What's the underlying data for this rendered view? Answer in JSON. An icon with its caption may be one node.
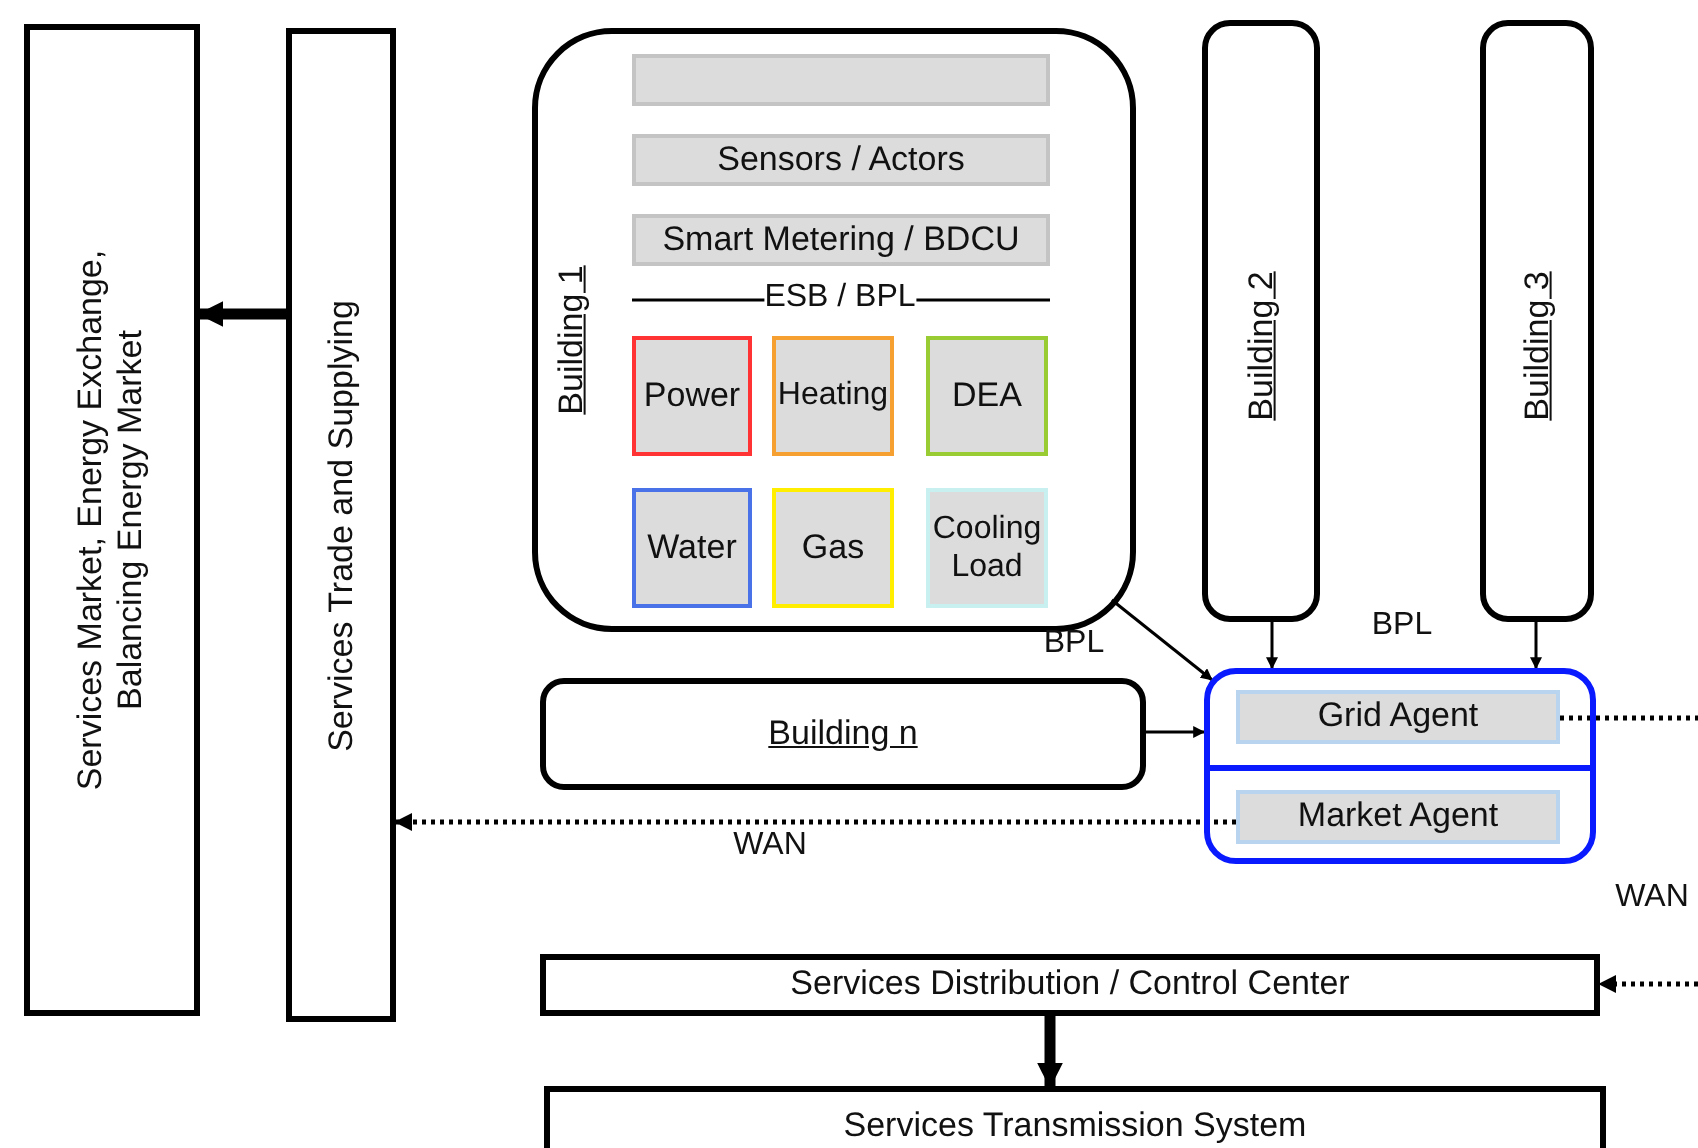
{
  "diagram": {
    "nodes": [
      {
        "text": [
          "Services Market, Energy Exchange, Balancing Energy Market"
        ]
      },
      {
        "text": [
          "Services Trade and Supplying"
        ]
      },
      {
        "text": [
          "Building 1"
        ]
      },
      {
        "text": [],
        "shape": "box",
        "in": 2
      },
      {
        "text": [
          "Sensors / Actors"
        ],
        "in": 2
      },
      {
        "text": [
          "Smart Metering / BDCU"
        ],
        "in": 2
      },
      {
        "text": [
          "Power"
        ],
        "in": 2
      },
      {
        "text": [
          "Heating"
        ],
        "in": 2
      },
      {
        "text": [
          "DEA"
        ],
        "in": 2
      },
      {
        "text": [
          "Water"
        ],
        "in": 2
      },
      {
        "text": [
          "Gas"
        ],
        "in": 2
      },
      {
        "text": [
          "Cooling Load"
        ],
        "in": 2
      },
      {
        "text": [
          "Building 2"
        ]
      },
      {
        "text": [
          "Building 3"
        ]
      },
      {
        "text": [
          "Building n"
        ]
      },
      {
        "text": [],
        "shape": "box"
      },
      {
        "text": [
          "Grid Agent"
        ],
        "in": 15
      },
      {
        "text": [
          "Market Agent"
        ],
        "in": 15
      },
      {
        "text": [
          "Services Distribution / Control Center"
        ]
      },
      {
        "text": [
          "Services Transmission System"
        ]
      }
    ],
    "edges": [
      {
        "from": 1,
        "to": 0,
        "arrow": "to",
        "style": "thick"
      },
      {
        "from": 17,
        "to": 1,
        "arrow": "to",
        "style": "dashed"
      },
      {
        "from": 2,
        "to": 15,
        "arrow": "to"
      },
      {
        "from": 12,
        "to": 15,
        "arrow": "to"
      },
      {
        "from": 13,
        "to": 15,
        "arrow": "to"
      },
      {
        "from": 14,
        "to": 15,
        "arrow": "to"
      },
      {
        "from": 16,
        "to": null,
        "arrow": "none",
        "style": "dashed"
      },
      {
        "from": null,
        "to": 18,
        "arrow": "to",
        "style": "dashed"
      },
      {
        "from": 18,
        "to": 19,
        "arrow": "to",
        "style": "thick"
      }
    ],
    "labels": [
      "ESB / BPL",
      "BPL",
      "BPL",
      "WAN",
      "WAN"
    ]
  }
}
